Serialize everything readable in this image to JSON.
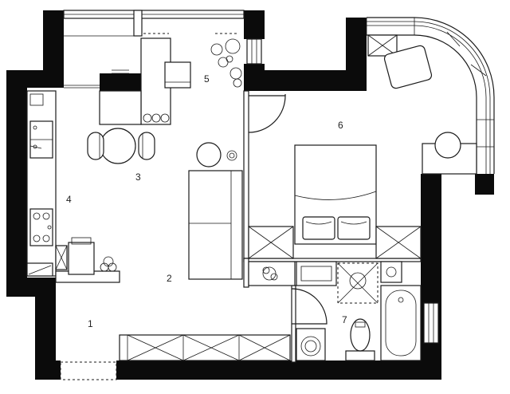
{
  "rooms": [
    {
      "id": "entrance",
      "label": "1"
    },
    {
      "id": "living",
      "label": "2"
    },
    {
      "id": "dining",
      "label": "3"
    },
    {
      "id": "kitchen",
      "label": "4"
    },
    {
      "id": "balcony",
      "label": "5"
    },
    {
      "id": "bedroom",
      "label": "6"
    },
    {
      "id": "bathroom",
      "label": "7"
    }
  ],
  "colors": {
    "wall": "#0b0b0b",
    "line": "#1a1a1a",
    "background": "#ffffff"
  }
}
